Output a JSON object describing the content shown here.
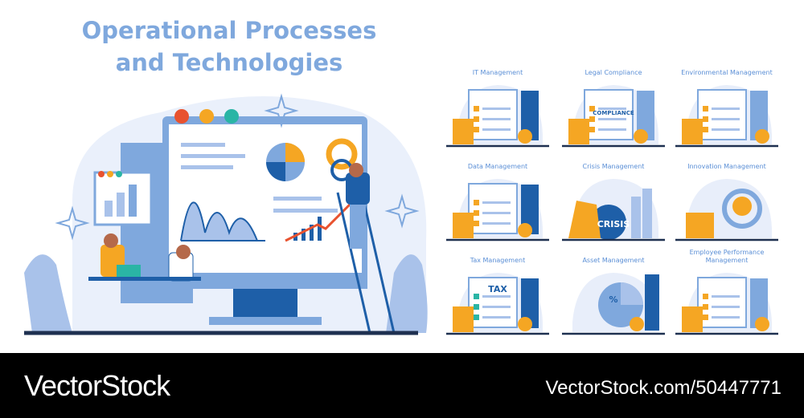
{
  "title": {
    "line1": "Operational Processes",
    "line2": "and Technologies"
  },
  "colors": {
    "accent_blue": "#7fa8dd",
    "dark_blue": "#1e5fa8",
    "orange": "#f5a623",
    "teal": "#2ab5a5",
    "light_bg": "#e8eefa",
    "footer": "#000000"
  },
  "panels": [
    {
      "label": "IT Management",
      "icon": "server-monitor"
    },
    {
      "label": "Legal Compliance",
      "icon": "clipboard-checklist",
      "text": "COMPLIANCE"
    },
    {
      "label": "Environmental Management",
      "icon": "globe-wind-turbine"
    },
    {
      "label": "Data Management",
      "icon": "database-monitor"
    },
    {
      "label": "Crisis Management",
      "icon": "bomb",
      "text": "CRISIS"
    },
    {
      "label": "Innovation Management",
      "icon": "lightbulb"
    },
    {
      "label": "Tax Management",
      "icon": "tax-clipboard",
      "text": "TAX"
    },
    {
      "label": "Asset Management",
      "icon": "pie-percent",
      "text": "%"
    },
    {
      "label": "Employee Performance Management",
      "icon": "team-rating"
    }
  ],
  "footer": {
    "brand": "VectorStock",
    "url": "VectorStock.com/50447771"
  }
}
